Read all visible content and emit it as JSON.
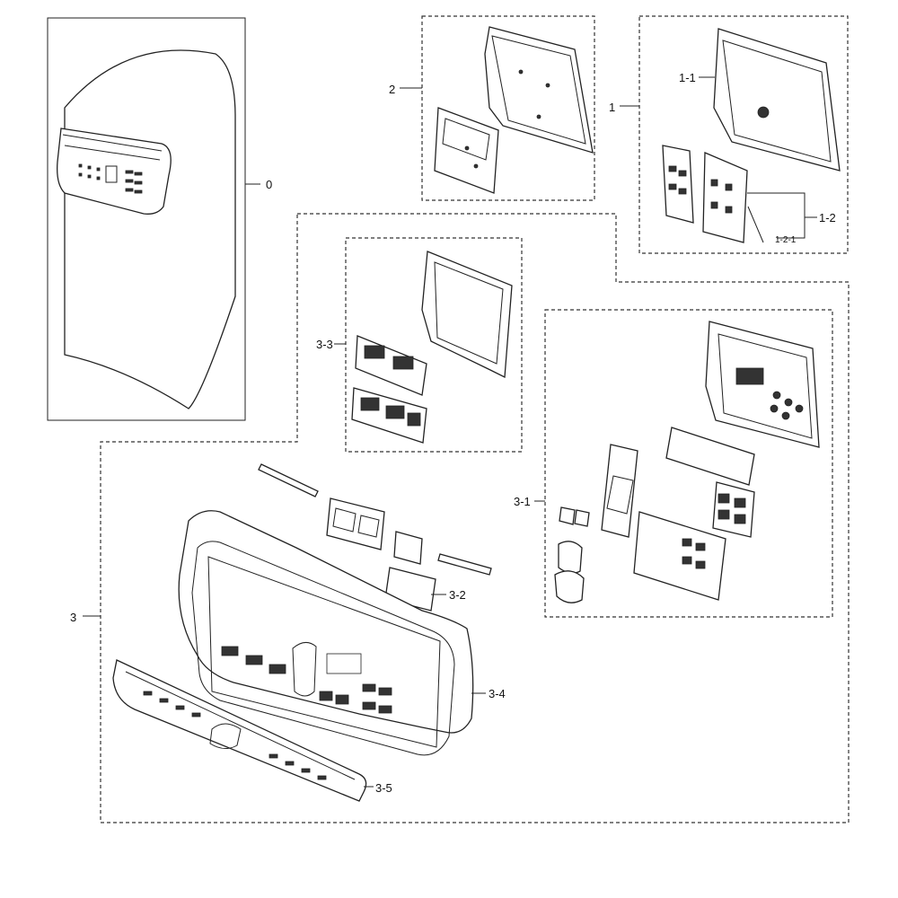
{
  "callouts": {
    "c0": "0",
    "c1": "1",
    "c1_1": "1-1",
    "c1_2": "1-2",
    "c1_2_1": "1-2-1",
    "c2": "2",
    "c3": "3",
    "c3_1": "3-1",
    "c3_2": "3-2",
    "c3_3": "3-3",
    "c3_4": "3-4",
    "c3_5": "3-5"
  },
  "colors": {
    "line": "#222222",
    "background": "#ffffff"
  }
}
